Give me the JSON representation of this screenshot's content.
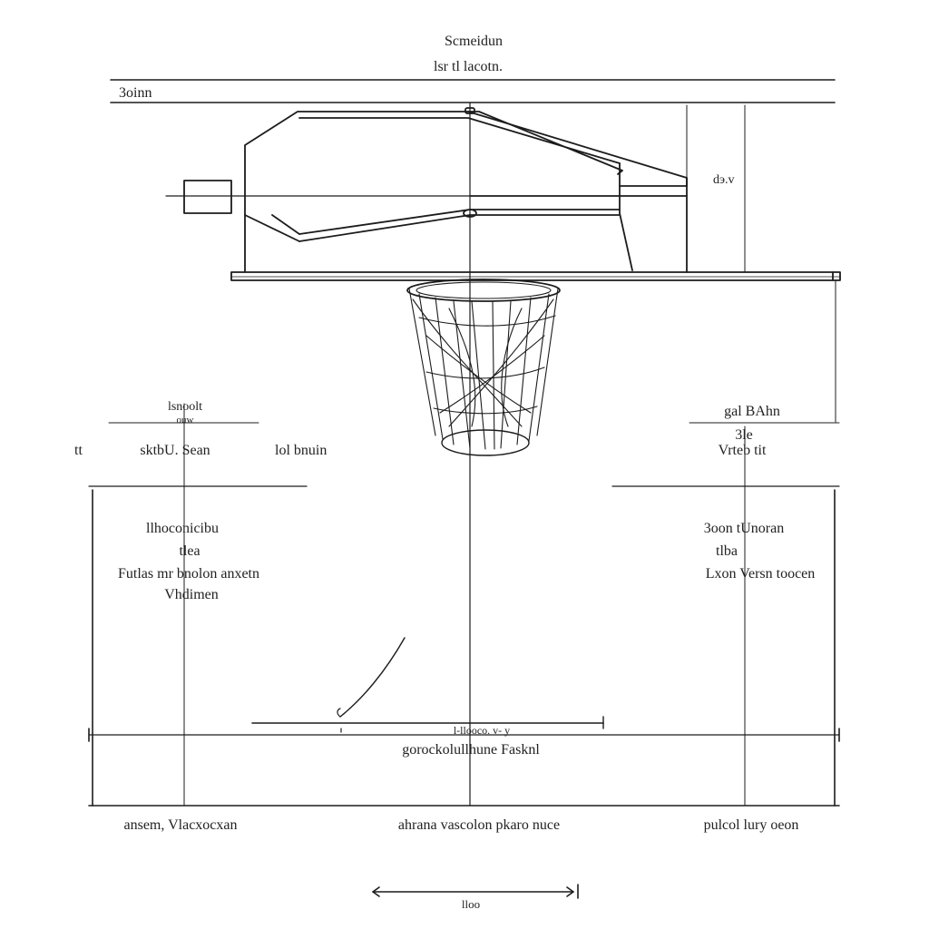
{
  "header": {
    "title_line1": "Sсmeidun",
    "title_line2": "lsr tl lacotn.",
    "top_left_label": "3oinn"
  },
  "backboard": {
    "side_label": "dэ.v"
  },
  "left": {
    "small_label_line1": "lsnoolt",
    "small_label_line2": "ouw",
    "far_left_mark": "tt",
    "mid_label": "sktbU. Sean",
    "side_label": "lol bnuin",
    "block": [
      "llhoconicibu",
      "tlea",
      "Futlas mr bnolon anxetn",
      "Vhdimen"
    ]
  },
  "right": {
    "label_line1": "gal BAhn",
    "label_line2": "3le",
    "label_line3": "Vrteb tit",
    "block": [
      "3oon tUnoran",
      "tlba",
      "Lxon Versn toocen"
    ]
  },
  "court": {
    "center_mark": "l-llooco. v- y",
    "center_caption": "gorockolullhune Fasknl"
  },
  "footer": {
    "left": "ansem, Vlacxocxan",
    "center": "ahrana vascolon pkaro nuce",
    "right": "pulcol lury oeon",
    "scale_label": "lloo"
  }
}
